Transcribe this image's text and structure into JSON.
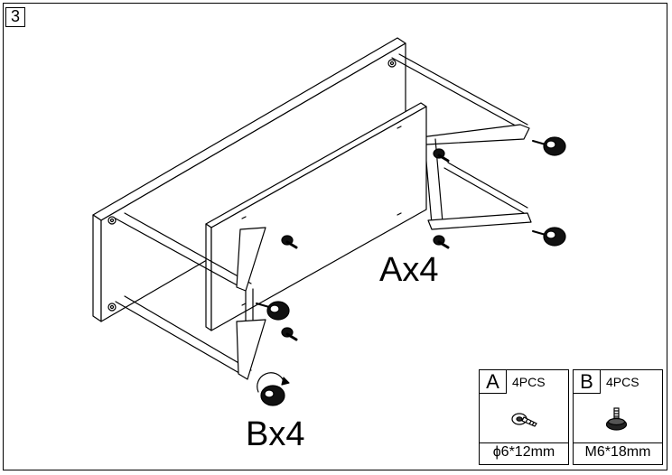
{
  "step": {
    "number": "3"
  },
  "callouts": {
    "a": "Ax4",
    "b": "Bx4"
  },
  "parts": [
    {
      "letter": "A",
      "qty": "4PCS",
      "size": "ϕ6*12mm",
      "icon": "bolt-icon"
    },
    {
      "letter": "B",
      "qty": "4PCS",
      "size": "M6*18mm",
      "icon": "leveling-foot-icon"
    }
  ]
}
